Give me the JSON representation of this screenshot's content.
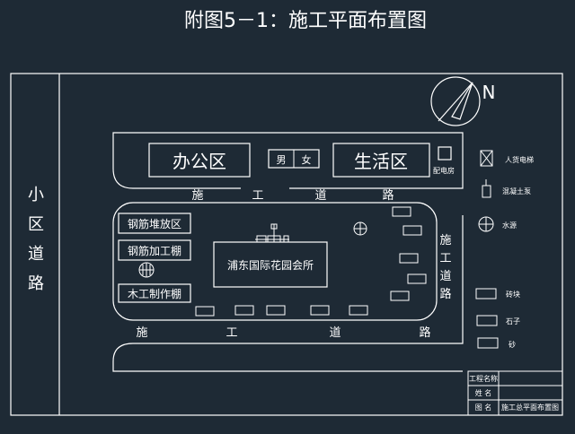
{
  "title": "附图5－1：施工平面布置图",
  "north_label": "N",
  "side_road": [
    "小",
    "区",
    "道",
    "路"
  ],
  "zones": {
    "office": "办公区",
    "living": "生活区",
    "male": "男",
    "female": "女",
    "power_room": "配电房"
  },
  "roads": {
    "top": [
      "施",
      "工",
      "道",
      "路"
    ],
    "bottom": [
      "施",
      "工",
      "道",
      "路"
    ],
    "right": [
      "施",
      "工",
      "道",
      "路"
    ]
  },
  "areas": {
    "rebar_storage": "钢筋堆放区",
    "rebar_shop": "钢筋加工棚",
    "carpentry": "木工制作棚",
    "building": "浦东国际花园会所"
  },
  "legend": {
    "elevator": "人货电梯",
    "pump": "混凝土泵",
    "water": "水源",
    "brick": "砖块",
    "stone": "石子",
    "sand": "砂"
  },
  "title_block": {
    "project_label": "工程名称",
    "drawing_label": "图 名",
    "drawing_name": "施工总平面布置图",
    "name_label": "姓 名"
  },
  "colors": {
    "background": "#1e2a35",
    "line": "#ffffff"
  }
}
